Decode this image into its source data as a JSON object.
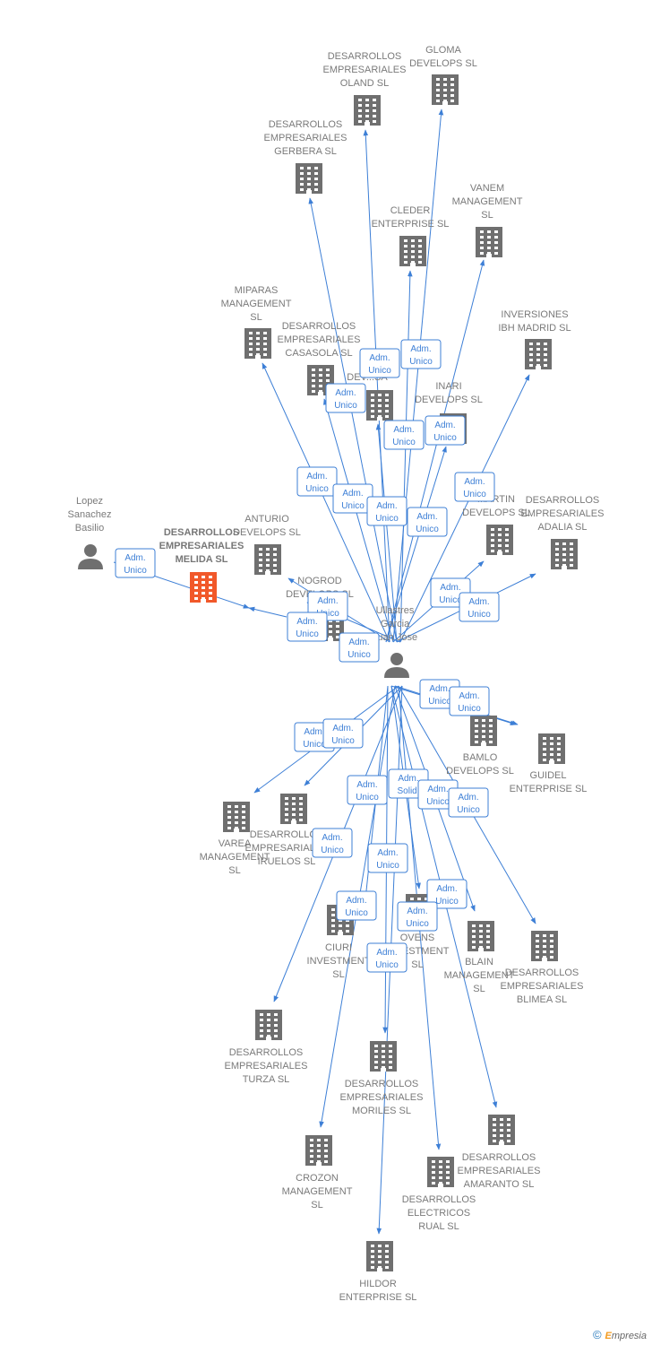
{
  "colors": {
    "edge": "#3d7fd6",
    "building": "#6f6f6f",
    "main_building": "#f1582a",
    "person": "#6f6f6f",
    "label": "#7a7a7a"
  },
  "footer": {
    "symbol": "©",
    "brand_e": "E",
    "brand_rest": "mpresia"
  },
  "nodes": [
    {
      "id": "melida",
      "type": "company",
      "main": true,
      "label": [
        "DESARROLLOS",
        "EMPRESARIALES",
        "MELIDA SL"
      ]
    },
    {
      "id": "lopez",
      "type": "person",
      "label": [
        "Lopez",
        "Sanachez",
        "Basilio"
      ]
    },
    {
      "id": "ullastres",
      "type": "person",
      "label": [
        "Ullastres",
        "Garcia",
        "Juan Jose"
      ]
    },
    {
      "id": "oland",
      "type": "company",
      "label": [
        "DESARROLLOS",
        "EMPRESARIALES",
        "OLAND SL"
      ]
    },
    {
      "id": "gloma",
      "type": "company",
      "label": [
        "GLOMA",
        "DEVELOPS SL"
      ]
    },
    {
      "id": "gerbera",
      "type": "company",
      "label": [
        "DESARROLLOS",
        "EMPRESARIALES",
        "GERBERA SL"
      ]
    },
    {
      "id": "cleder",
      "type": "company",
      "label": [
        "CLEDER",
        "ENTERPRISE SL"
      ]
    },
    {
      "id": "vanem",
      "type": "company",
      "label": [
        "VANEM",
        "MANAGEMENT",
        "SL"
      ]
    },
    {
      "id": "miparas",
      "type": "company",
      "label": [
        "MIPARAS",
        "MANAGEMENT",
        "SL"
      ]
    },
    {
      "id": "casasola",
      "type": "company",
      "label": [
        "DESARROLLOS",
        "EMPRESARIALES",
        "CASASOLA SL"
      ]
    },
    {
      "id": "devsa",
      "type": "company",
      "label": [
        "DEV...SA"
      ]
    },
    {
      "id": "inversiones",
      "type": "company",
      "label": [
        "INVERSIONES",
        "IBH MADRID SL"
      ]
    },
    {
      "id": "inari",
      "type": "company",
      "label": [
        "INARI",
        "DEVELOPS SL"
      ]
    },
    {
      "id": "anturio",
      "type": "company",
      "label": [
        "ANTURIO",
        "DEVELOPS SL"
      ]
    },
    {
      "id": "martin",
      "type": "company",
      "label": [
        "MARTIN",
        "DEVELOPS SL"
      ]
    },
    {
      "id": "adalia",
      "type": "company",
      "label": [
        "DESARROLLOS",
        "EMPRESARIALES",
        "ADALIA SL"
      ]
    },
    {
      "id": "nogrod",
      "type": "company",
      "label": [
        "NOGROD",
        "DEVELOPS SL"
      ]
    },
    {
      "id": "bamlo",
      "type": "company",
      "label": [
        "BAMLO",
        "DEVELOPS SL"
      ]
    },
    {
      "id": "guidel",
      "type": "company",
      "label": [
        "GUIDEL",
        "ENTERPRISE SL"
      ]
    },
    {
      "id": "varea",
      "type": "company",
      "label": [
        "VAREA",
        "MANAGEMENT",
        "SL"
      ]
    },
    {
      "id": "iruelos",
      "type": "company",
      "label": [
        "DESARROLLOS",
        "EMPRESARIALES",
        "IRUELOS SL"
      ]
    },
    {
      "id": "ciuri",
      "type": "company",
      "label": [
        "CIURI",
        "INVESTMENT",
        "SL"
      ]
    },
    {
      "id": "ovens",
      "type": "company",
      "label": [
        "OVENS",
        "INVESTMENT",
        "SL"
      ]
    },
    {
      "id": "blain",
      "type": "company",
      "label": [
        "BLAIN",
        "MANAGEMENT",
        "SL"
      ]
    },
    {
      "id": "blimea",
      "type": "company",
      "label": [
        "DESARROLLOS",
        "EMPRESARIALES",
        "BLIMEA SL"
      ]
    },
    {
      "id": "turza",
      "type": "company",
      "label": [
        "DESARROLLOS",
        "EMPRESARIALES",
        "TURZA SL"
      ]
    },
    {
      "id": "moriles",
      "type": "company",
      "label": [
        "DESARROLLOS",
        "EMPRESARIALES",
        "MORILES SL"
      ]
    },
    {
      "id": "amaranto",
      "type": "company",
      "label": [
        "DESARROLLOS",
        "EMPRESARIALES",
        "AMARANTO SL"
      ]
    },
    {
      "id": "crozon",
      "type": "company",
      "label": [
        "CROZON",
        "MANAGEMENT",
        "SL"
      ]
    },
    {
      "id": "rual",
      "type": "company",
      "label": [
        "DESARROLLOS",
        "ELECTRICOS",
        "RUAL SL"
      ]
    },
    {
      "id": "hildor",
      "type": "company",
      "label": [
        "HILDOR",
        "ENTERPRISE SL"
      ]
    }
  ],
  "edges": [
    {
      "from": "lopez",
      "to": "melida",
      "badge": [
        "Adm.",
        "Unico"
      ]
    },
    {
      "from": "ullastres",
      "to": "oland",
      "badge": [
        "Adm.",
        "Unico"
      ]
    },
    {
      "from": "ullastres",
      "to": "gloma",
      "badge": [
        "Adm.",
        "Unico"
      ]
    },
    {
      "from": "ullastres",
      "to": "gerbera",
      "badge": [
        "Adm.",
        "Unico"
      ]
    },
    {
      "from": "ullastres",
      "to": "cleder",
      "badge": [
        "Adm.",
        "Unico"
      ]
    },
    {
      "from": "ullastres",
      "to": "vanem",
      "badge": [
        "Adm.",
        "Unico"
      ]
    },
    {
      "from": "ullastres",
      "to": "miparas",
      "badge": [
        "Adm.",
        "Unico"
      ]
    },
    {
      "from": "ullastres",
      "to": "casasola",
      "badge": [
        "Adm.",
        "Unico"
      ]
    },
    {
      "from": "ullastres",
      "to": "devsa",
      "badge": [
        "Adm.",
        "Unico"
      ]
    },
    {
      "from": "ullastres",
      "to": "inversiones",
      "badge": [
        "Adm.",
        "Unico"
      ]
    },
    {
      "from": "ullastres",
      "to": "inari",
      "badge": [
        "Adm.",
        "Unico"
      ]
    },
    {
      "from": "ullastres",
      "to": "anturio",
      "badge": [
        "Adm.",
        "Unico"
      ]
    },
    {
      "from": "ullastres",
      "to": "martin",
      "badge": [
        "Adm.",
        "Unico"
      ]
    },
    {
      "from": "ullastres",
      "to": "adalia",
      "badge": [
        "Adm.",
        "Unico"
      ]
    },
    {
      "from": "ullastres",
      "to": "nogrod",
      "badge": [
        "Adm.",
        "Unico"
      ]
    },
    {
      "from": "ullastres",
      "to": "melida",
      "badge": [
        "Adm.",
        "Unico"
      ]
    },
    {
      "from": "ullastres",
      "to": "bamlo",
      "badge": [
        "Adm.",
        "Unico"
      ]
    },
    {
      "from": "ullastres",
      "to": "guidel",
      "badge": [
        "Adm.",
        "Unico"
      ]
    },
    {
      "from": "ullastres",
      "to": "varea",
      "badge": [
        "Adm.",
        "Unico"
      ]
    },
    {
      "from": "ullastres",
      "to": "iruelos",
      "badge": [
        "Adm.",
        "Unico"
      ]
    },
    {
      "from": "ullastres",
      "to": "ciuri",
      "badge": [
        "Adm.",
        "Unico"
      ]
    },
    {
      "from": "ullastres",
      "to": "ovens",
      "badge": [
        "Adm.",
        "Solid."
      ]
    },
    {
      "from": "ullastres",
      "to": "blain",
      "badge": [
        "Adm.",
        "Unico"
      ]
    },
    {
      "from": "ullastres",
      "to": "blimea",
      "badge": [
        "Adm.",
        "Unico"
      ]
    },
    {
      "from": "ullastres",
      "to": "turza",
      "badge": [
        "Adm.",
        "Unico"
      ]
    },
    {
      "from": "ullastres",
      "to": "moriles",
      "badge": [
        "Adm.",
        "Unico"
      ]
    },
    {
      "from": "ullastres",
      "to": "amaranto",
      "badge": [
        "Adm.",
        "Unico"
      ]
    },
    {
      "from": "ullastres",
      "to": "crozon",
      "badge": [
        "Adm.",
        "Unico"
      ]
    },
    {
      "from": "ullastres",
      "to": "rual",
      "badge": [
        "Adm.",
        "Unico"
      ]
    },
    {
      "from": "ullastres",
      "to": "hildor",
      "badge": [
        "Adm.",
        "Unico"
      ]
    }
  ]
}
